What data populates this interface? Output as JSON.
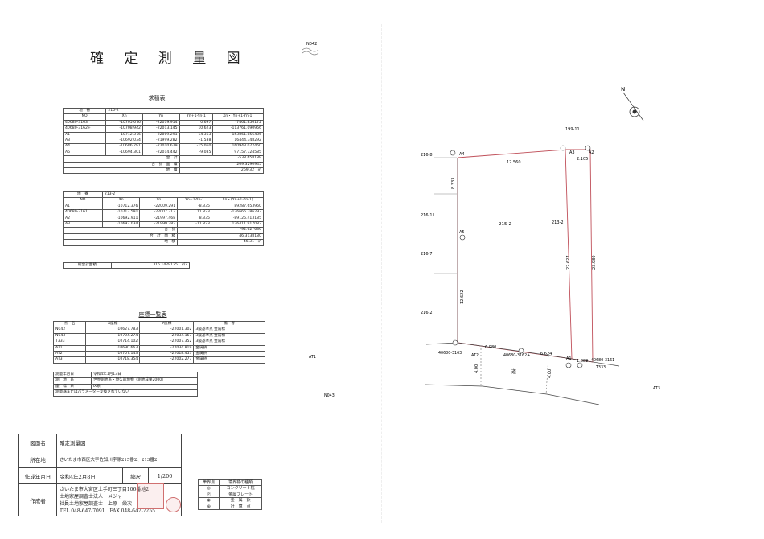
{
  "doc_title": "確 定 測 量 図",
  "area_caption": "求積表",
  "table1": {
    "parcel_label": "地　番",
    "parcel_value": "215-2",
    "headers": [
      "NO",
      "Xn",
      "Yn",
      "Yn+1-Yn-1",
      "Xn・(Yn+1-Yn-1)"
    ],
    "rows": [
      [
        "40680-3163",
        "-10705.676",
        "-22019.914",
        "0.697",
        "-7461.856172"
      ],
      [
        "40680-3162+",
        "-10708.942",
        "-22013.145",
        "10.623",
        "-113761.090966"
      ],
      [
        "A1",
        "-10712.376",
        "-22009.291",
        "14.363",
        "-153861.856486"
      ],
      [
        "A3",
        "-10692.034",
        "-21999.282",
        "-1.538",
        "16444.348292"
      ],
      [
        "A4",
        "-10686.791",
        "-22010.629",
        "-15.060",
        "160943.072460"
      ],
      [
        "A5",
        "-10694.301",
        "-22014.442",
        "-9.085",
        "97157.724585"
      ]
    ],
    "sum_label": "合　計",
    "sum_value": "-538.658189",
    "double_label": "合　計　面　積",
    "double_value": "269.3290945",
    "area_label": "地　積",
    "area_value": "269.32",
    "unit": "㎡"
  },
  "table2": {
    "parcel_label": "地　番",
    "parcel_value": "213-2",
    "headers": [
      "NO",
      "Xn",
      "Yn",
      "Yn+1-Yn-1",
      "Xn・(Yn+1-Yn-1)"
    ],
    "rows": [
      [
        "A1",
        "-10712.376",
        "-22009.291",
        "-8.335",
        "89287.653960"
      ],
      [
        "40680-3161",
        "-10713.591",
        "-22007.717",
        "11.823",
        "-126666.786293"
      ],
      [
        "A2",
        "-10692.911",
        "-21997.468",
        "8.335",
        "-89125.413185"
      ],
      [
        "A3",
        "-10692.034",
        "-21999.282",
        "-11.823",
        "126411.917082"
      ]
    ],
    "sum_label": "合　計",
    "sum_value": "-92.627636",
    "double_label": "合　計　面　積",
    "double_value": "46.3138180",
    "area_label": "地　積",
    "area_value": "46.31",
    "unit": "㎡"
  },
  "total_area": {
    "label": "総合計面積",
    "value": "316.1429125　㎡2"
  },
  "markers_caption": "座標一覧表",
  "markers_table": {
    "headers": [
      "点　名",
      "X座標",
      "Y座標",
      "備　考"
    ],
    "rows": [
      [
        "N042",
        "-10627.783",
        "-22001.302",
        "3級基準点 金属標"
      ],
      [
        "N043",
        "-10704.274",
        "-22034.167",
        "3級基準点 金属標"
      ],
      [
        "T333",
        "-10714.102",
        "-22007.352",
        "3級基準点 金属標"
      ],
      [
        "AT1",
        "-10690.663",
        "-22034.819",
        "金属鋲"
      ],
      [
        "AT2",
        "-10707.143",
        "-22018.453",
        "金属鋲"
      ],
      [
        "AT3",
        "-10718.354",
        "-22002.277",
        "金属鋲"
      ]
    ]
  },
  "info_table": [
    [
      "測量年月日",
      "令和4年1月13日"
    ],
    [
      "測　地　系",
      "世界測地系・現久的地物（測地成果2000）"
    ],
    [
      "座　標　系",
      "Ⅸ系"
    ],
    [
      "測量器またはパラメーター変換されていない",
      ""
    ]
  ],
  "cover": {
    "name_label": "図面名",
    "name_value": "確定測量図",
    "location_label": "所在地",
    "location_value": "さいたま市西区大字佐知川字原215番2、213番2",
    "date_label": "作成年月日",
    "date_value": "令和4年2月8日",
    "scale_label": "縮尺",
    "scale_value": "1/200",
    "author_label": "作成者",
    "author_lines": [
      "さいたま市大宮区土手町三丁目106番地2",
      "土地家屋調査士法人　メジャー",
      "社員土地家屋調査士　上原　栄次",
      "TEL 048-647-7091　FAX 048-647-7255"
    ]
  },
  "legend": {
    "headers": [
      "筆界点",
      "境界標の種類"
    ],
    "rows": [
      [
        "◎",
        "コンクリート杭"
      ],
      [
        "Ⓟ",
        "金属プレート"
      ],
      [
        "◉",
        "金　属　鋲"
      ],
      [
        "⊕",
        "計　算　点"
      ]
    ]
  },
  "plan": {
    "top_marker": "N042",
    "north": "N",
    "parcel_main": "215-2",
    "parcel_east": "213-2",
    "road": "道",
    "labels": {
      "l199": "199-11",
      "l216_8": "216-8",
      "l216_11": "216-11",
      "l216_7": "216-7",
      "l216_2": "216-2"
    },
    "points": {
      "a4": "A4",
      "a3": "A3",
      "a2": "A2",
      "a5": "A5",
      "a1": "A1",
      "p3163": "40680-3163",
      "p3162": "40680-3162+",
      "p3161": "40680-3161",
      "t333": "T333",
      "at1": "AT1",
      "at2": "AT2",
      "at3": "AT3",
      "n043": "N043"
    },
    "dims": {
      "top": "12.560",
      "a3a2": "2.105",
      "left_upper": "8.333",
      "left_lower": "12.622",
      "right_inner": "22.627",
      "right_outer": "23.980",
      "bottom_left": "6.980",
      "bottom_mid": "6.624",
      "bottom_right": "1.889",
      "road_left": "4.00",
      "road_right": "4.00"
    }
  },
  "colors": {
    "parcel_line": "#c0505a",
    "seal": "#d07070"
  }
}
